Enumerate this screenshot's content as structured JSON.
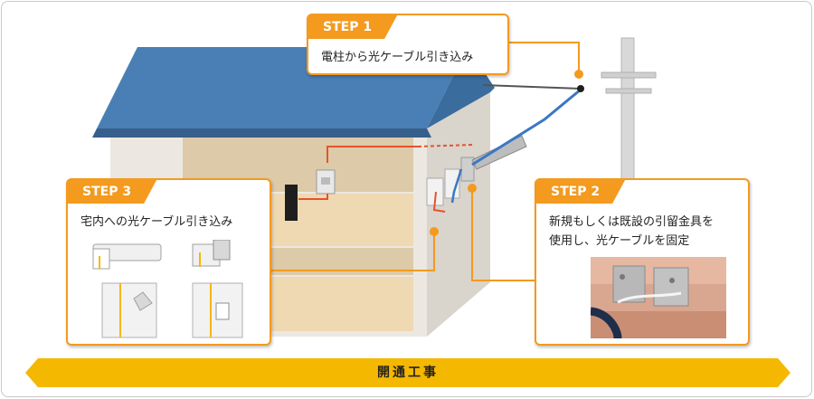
{
  "colors": {
    "accent": "#f39a1f",
    "roof": "#4a7fb5",
    "cable_blue": "#3a78c4",
    "cable_red": "#e5532d",
    "timeline": "#f5b800"
  },
  "steps": [
    {
      "tab": "STEP 1",
      "desc": "電柱から光ケーブル引き込み"
    },
    {
      "tab": "STEP 2",
      "desc_line1": "新規もしくは既設の引留金具を",
      "desc_line2": "使用し、光ケーブルを固定"
    },
    {
      "tab": "STEP 3",
      "desc": "宅内への光ケーブル引き込み"
    }
  ],
  "timeline": {
    "label": "開通工事"
  }
}
